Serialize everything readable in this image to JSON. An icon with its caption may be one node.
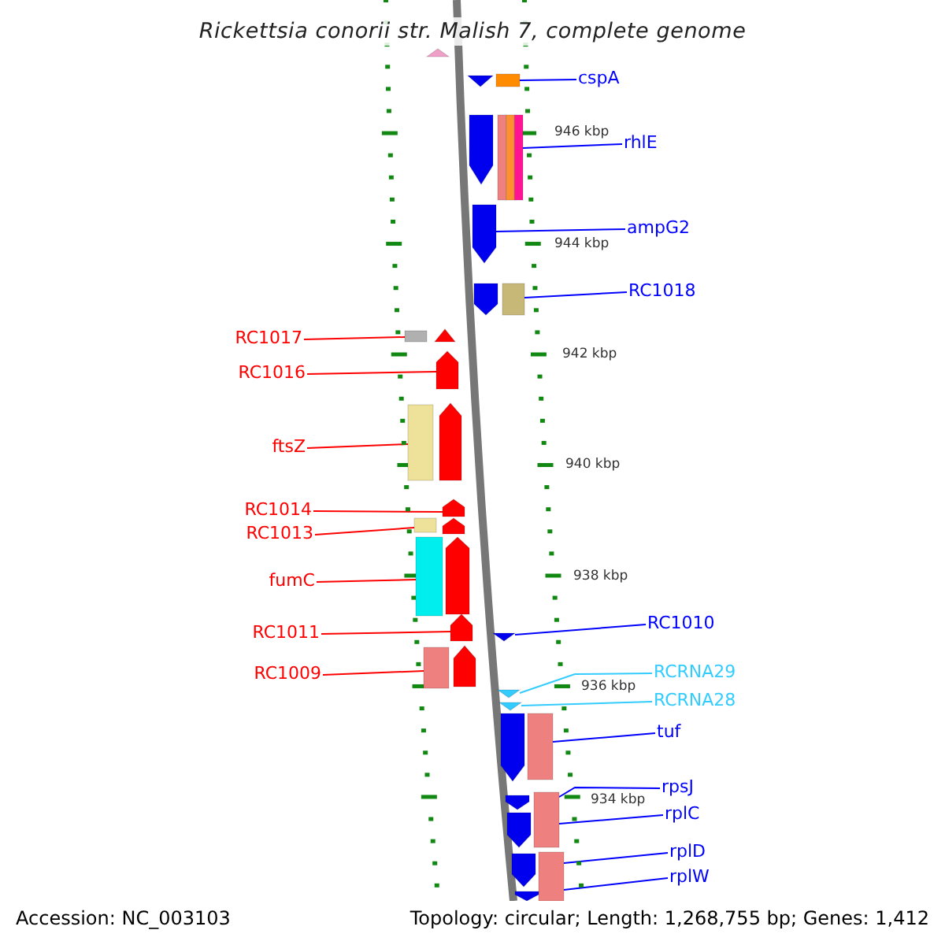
{
  "diagram": {
    "title": "Rickettsia conorii str. Malish 7, complete genome",
    "nodes": [
      {
        "text": [
          "cspA"
        ]
      },
      {
        "text": [
          "rhlE"
        ]
      },
      {
        "text": [
          "ampG2"
        ]
      },
      {
        "text": [
          "RC1018"
        ]
      },
      {
        "text": [
          "RC1017"
        ]
      },
      {
        "text": [
          "RC1016"
        ]
      },
      {
        "text": [
          "ftsZ"
        ]
      },
      {
        "text": [
          "RC1014"
        ]
      },
      {
        "text": [
          "RC1013"
        ]
      },
      {
        "text": [
          "fumC"
        ]
      },
      {
        "text": [
          "RC1011"
        ]
      },
      {
        "text": [
          "RC1010"
        ]
      },
      {
        "text": [
          "RC1009"
        ]
      },
      {
        "text": [
          "RCRNA29"
        ]
      },
      {
        "text": [
          "RCRNA28"
        ]
      },
      {
        "text": [
          "tuf"
        ]
      },
      {
        "text": [
          "rpsJ"
        ]
      },
      {
        "text": [
          "rplC"
        ]
      },
      {
        "text": [
          "rplD"
        ]
      },
      {
        "text": [
          "rplW"
        ]
      },
      {
        "text": [],
        "shape": "box"
      },
      {
        "text": [],
        "shape": "box"
      },
      {
        "text": [],
        "shape": "arrow"
      },
      {
        "text": [],
        "shape": "box"
      },
      {
        "text": [],
        "shape": "box"
      },
      {
        "text": [],
        "shape": "arrow"
      },
      {
        "text": [],
        "shape": "box"
      },
      {
        "text": [],
        "shape": "arrow"
      },
      {
        "text": [],
        "shape": "box"
      },
      {
        "text": [],
        "shape": "box"
      },
      {
        "text": [],
        "shape": "arrow"
      },
      {
        "text": [],
        "shape": "arrow"
      },
      {
        "text": [],
        "shape": "box"
      },
      {
        "text": [],
        "shape": "arrow"
      },
      {
        "text": [],
        "shape": "arrow"
      },
      {
        "text": [],
        "shape": "box"
      },
      {
        "text": [],
        "shape": "box"
      },
      {
        "text": [],
        "shape": "box"
      },
      {
        "text": [],
        "shape": "arrow"
      },
      {
        "text": [],
        "shape": "arrow"
      },
      {
        "text": [],
        "shape": "arrow"
      },
      {
        "text": [],
        "shape": "arrow"
      },
      {
        "text": [],
        "shape": "arrow"
      },
      {
        "text": [],
        "shape": "arrow"
      },
      {
        "text": [],
        "shape": "arrow"
      },
      {
        "text": [],
        "shape": "arrow"
      },
      {
        "text": [],
        "shape": "arrow"
      },
      {
        "text": [],
        "shape": "arrow"
      },
      {
        "text": [],
        "shape": "arrow"
      },
      {
        "text": [],
        "shape": "arrow"
      },
      {
        "text": [],
        "shape": "arrow"
      },
      {
        "text": [],
        "shape": "arrow"
      }
    ],
    "edges": [
      {
        "from": 0,
        "to": 20,
        "arrow": "none"
      },
      {
        "from": 1,
        "to": 21,
        "arrow": "none"
      },
      {
        "from": 2,
        "to": 22,
        "arrow": "none"
      },
      {
        "from": 3,
        "to": 23,
        "arrow": "none"
      },
      {
        "from": 4,
        "to": 24,
        "arrow": "none",
        "color": "#ff0000"
      },
      {
        "from": 5,
        "to": 25,
        "arrow": "none",
        "color": "#ff0000"
      },
      {
        "from": 6,
        "to": 26,
        "arrow": "none",
        "color": "#ff0000"
      },
      {
        "from": 7,
        "to": 27,
        "arrow": "none",
        "color": "#ff0000"
      },
      {
        "from": 8,
        "to": 28,
        "arrow": "none",
        "color": "#ff0000"
      },
      {
        "from": 9,
        "to": 29,
        "arrow": "none",
        "color": "#ff0000"
      },
      {
        "from": 10,
        "to": 30,
        "arrow": "none",
        "color": "#ff0000"
      },
      {
        "from": 11,
        "to": 31,
        "arrow": "none"
      },
      {
        "from": 12,
        "to": 32,
        "arrow": "none",
        "color": "#ff0000"
      },
      {
        "from": 13,
        "to": 33,
        "arrow": "none",
        "color": "#33ccff"
      },
      {
        "from": 14,
        "to": 34,
        "arrow": "none",
        "color": "#33ccff"
      },
      {
        "from": 15,
        "to": 35,
        "arrow": "none"
      },
      {
        "from": 16,
        "to": 36,
        "arrow": "none"
      },
      {
        "from": 17,
        "to": 36,
        "arrow": "none"
      },
      {
        "from": 18,
        "to": 37,
        "arrow": "none"
      },
      {
        "from": 19,
        "to": 37,
        "arrow": "none"
      }
    ],
    "labels": [
      "946 kbp",
      "944 kbp",
      "942 kbp",
      "940 kbp",
      "938 kbp",
      "936 kbp",
      "934 kbp",
      "Accession: NC_003103",
      "Topology: circular; Length: 1,268,755 bp; Genes: 1,412"
    ]
  }
}
